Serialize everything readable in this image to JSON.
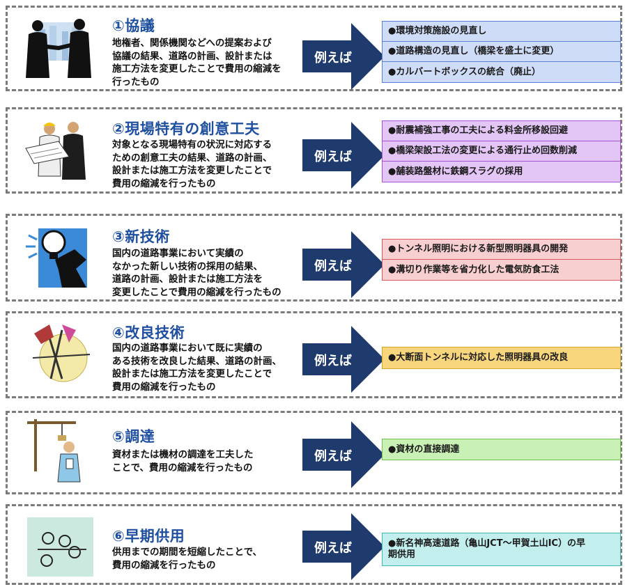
{
  "sections": [
    {
      "number": "①",
      "title": "協議",
      "description": "地権者、関係機関などへの提案および\n協議の結果、道路の計画、設計または\n施工方法を変更したことで費用の縮減を\n行ったもの",
      "illustration": "handshake-illustration",
      "example_label": "例えば",
      "example_color": "#cfdcf7",
      "example_border": "#5a7fd6",
      "examples": [
        "●環境対策施設の見直し",
        "●道路構造の見直し（橋梁を盛土に変更）",
        "●カルバートボックスの統合（廃止）"
      ]
    },
    {
      "number": "②",
      "title": "現場特有の創意工夫",
      "description": "対象となる現場特有の状況に対応する\nための創意工夫の結果、道路の計画、\n設計または施工方法を変更したことで\n費用の縮減を行ったもの",
      "illustration": "engineers-illustration",
      "example_label": "例えば",
      "example_color": "#e3c6f5",
      "example_border": "#a352d6",
      "examples": [
        "●耐震補強工事の工夫による料金所移設回避",
        "●橋梁架設工法の変更による通行止め回数削減",
        "●舗装路盤材に鉄鋼スラグの採用"
      ]
    },
    {
      "number": "③",
      "title": "新技術",
      "description": "国内の道路事業において実績の\nなかった新しい技術の採用の結果、\n道路の計画、設計または施工方法を\n変更したことで費用の縮減を行ったもの",
      "illustration": "lightbulb-illustration",
      "example_label": "例えば",
      "example_color": "#f8cfd0",
      "example_border": "#d65a5e",
      "examples": [
        "●トンネル照明における新型照明器具の開発",
        "●溝切り作業等を省力化した電気防食工法"
      ]
    },
    {
      "number": "④",
      "title": "改良技術",
      "description": "国内の道路事業において既に実績の\nある技術を改良した結果、道路の計画、\n設計または施工方法を変更したことで\n費用の縮減を行ったもの",
      "illustration": "drafting-illustration",
      "example_label": "例えば",
      "example_color": "#f7d67e",
      "example_border": "#d6a52a",
      "examples": [
        "●大断面トンネルに対応した照明器具の改良"
      ]
    },
    {
      "number": "⑤",
      "title": "調達",
      "description": "資材または機材の調達を工夫した\nことで、費用の縮減を行ったもの",
      "illustration": "crane-worker-illustration",
      "example_label": "例えば",
      "example_color": "#c9f0b5",
      "example_border": "#6cc24a",
      "examples": [
        "●資材の直接調達"
      ]
    },
    {
      "number": "⑥",
      "title": "早期供用",
      "description": "供用までの期間を短縮したことで、\n費用の縮減を行ったもの",
      "illustration": "clock-illustration",
      "example_label": "例えば",
      "example_color": "#c2efee",
      "example_border": "#3fb8b4",
      "examples": [
        "●新名神高速道路（亀山JCT～甲賀土山IC）の早\n期供用"
      ]
    }
  ],
  "colors": {
    "title": "#1f4fa0",
    "arrow": "#1f3b6d",
    "border": "#7b7b7b"
  }
}
